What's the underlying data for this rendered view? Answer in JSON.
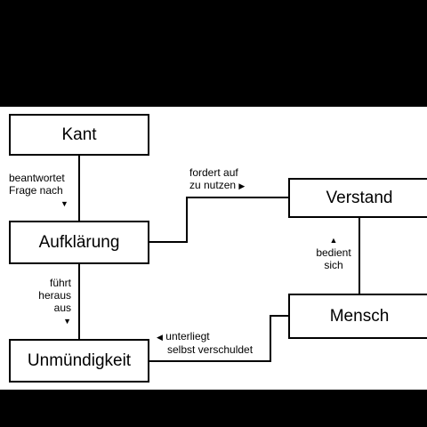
{
  "nodes": {
    "kant": "Kant",
    "aufklaerung": "Aufklärung",
    "unmuendigkeit": "Unmündigkeit",
    "verstand": "Verstand",
    "mensch": "Mensch"
  },
  "edges": {
    "kant_aufklaerung": {
      "line1": "beantwortet",
      "line2": "Frage nach",
      "arrow": "▼"
    },
    "aufklaerung_verstand": {
      "line1": "fordert auf",
      "line2": "zu nutzen",
      "arrow": "▶"
    },
    "mensch_verstand": {
      "arrow": "▲",
      "line1": "bedient",
      "line2": "sich"
    },
    "aufklaerung_unmuendigkeit": {
      "line1": "führt",
      "line2": "heraus",
      "line3": "aus",
      "arrow": "▼"
    },
    "mensch_unmuendigkeit": {
      "arrow": "◀",
      "line1": "unterliegt",
      "line2": "selbst verschuldet"
    }
  }
}
